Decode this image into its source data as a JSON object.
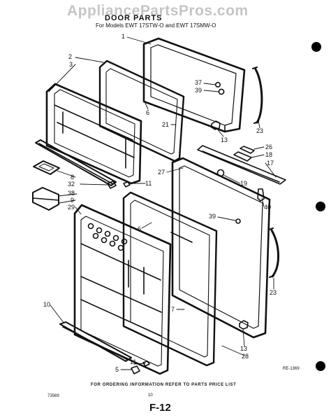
{
  "header": {
    "watermark": "AppliancePartsPros.com",
    "title": "DOOR PARTS",
    "subtitle": "For Models EWT 17STW-O and EWT 17SMW-O"
  },
  "callouts": [
    {
      "id": "c1",
      "text": "1"
    },
    {
      "id": "c2",
      "text": "2"
    },
    {
      "id": "c3",
      "text": "3"
    },
    {
      "id": "c37",
      "text": "37"
    },
    {
      "id": "c39a",
      "text": "39"
    },
    {
      "id": "c6a",
      "text": "6"
    },
    {
      "id": "c21",
      "text": "21"
    },
    {
      "id": "c23a",
      "text": "23"
    },
    {
      "id": "c13a",
      "text": "13"
    },
    {
      "id": "c26",
      "text": "26"
    },
    {
      "id": "c18",
      "text": "18"
    },
    {
      "id": "c17",
      "text": "17"
    },
    {
      "id": "c27",
      "text": "27"
    },
    {
      "id": "c8",
      "text": "8"
    },
    {
      "id": "c32",
      "text": "32"
    },
    {
      "id": "c11a",
      "text": "11"
    },
    {
      "id": "c19",
      "text": "19"
    },
    {
      "id": "c38",
      "text": "38"
    },
    {
      "id": "c9",
      "text": "9"
    },
    {
      "id": "c29",
      "text": "29"
    },
    {
      "id": "c40",
      "text": "40"
    },
    {
      "id": "c39b",
      "text": "39"
    },
    {
      "id": "c6b",
      "text": "6"
    },
    {
      "id": "c23b",
      "text": "23"
    },
    {
      "id": "c10",
      "text": "10"
    },
    {
      "id": "c7",
      "text": "7"
    },
    {
      "id": "c13b",
      "text": "13"
    },
    {
      "id": "c28",
      "text": "28"
    },
    {
      "id": "c11b",
      "text": "11"
    },
    {
      "id": "c5",
      "text": "5"
    }
  ],
  "footer": {
    "ref_code": "RE-1369",
    "order_info": "FOR ORDERING INFORMATION REFER TO PARTS PRICE LIST",
    "left_code": "73569",
    "mid_code": "10",
    "page": "F-12"
  }
}
